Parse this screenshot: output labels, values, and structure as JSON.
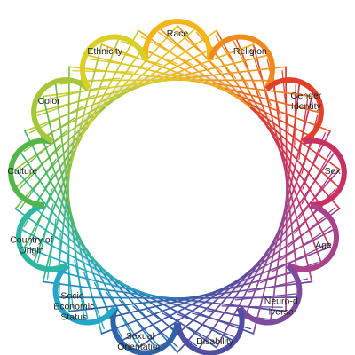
{
  "diagram": {
    "labels": [
      {
        "lines": [
          "Race"
        ],
        "color": "#f2b61a"
      },
      {
        "lines": [
          "Religion"
        ],
        "color": "#f08a1e"
      },
      {
        "lines": [
          "Gender",
          "Identity"
        ],
        "color": "#e2402a"
      },
      {
        "lines": [
          "Sex"
        ],
        "color": "#c93160"
      },
      {
        "lines": [
          "Age"
        ],
        "color": "#a9448a"
      },
      {
        "lines": [
          "Neuro-d",
          "iverse"
        ],
        "color": "#7d4b9d"
      },
      {
        "lines": [
          "Disability"
        ],
        "color": "#4f4ea2"
      },
      {
        "lines": [
          "Sexual",
          "Orientation"
        ],
        "color": "#2f62a9"
      },
      {
        "lines": [
          "Socio-",
          "Economic",
          "Status"
        ],
        "color": "#24a7c9"
      },
      {
        "lines": [
          "Country of",
          "Origin"
        ],
        "color": "#2fb7a2"
      },
      {
        "lines": [
          "Culture"
        ],
        "color": "#54b64a"
      },
      {
        "lines": [
          "Color"
        ],
        "color": "#a6c63b"
      },
      {
        "lines": [
          "Ethnicity"
        ],
        "color": "#d9cf26"
      }
    ]
  }
}
